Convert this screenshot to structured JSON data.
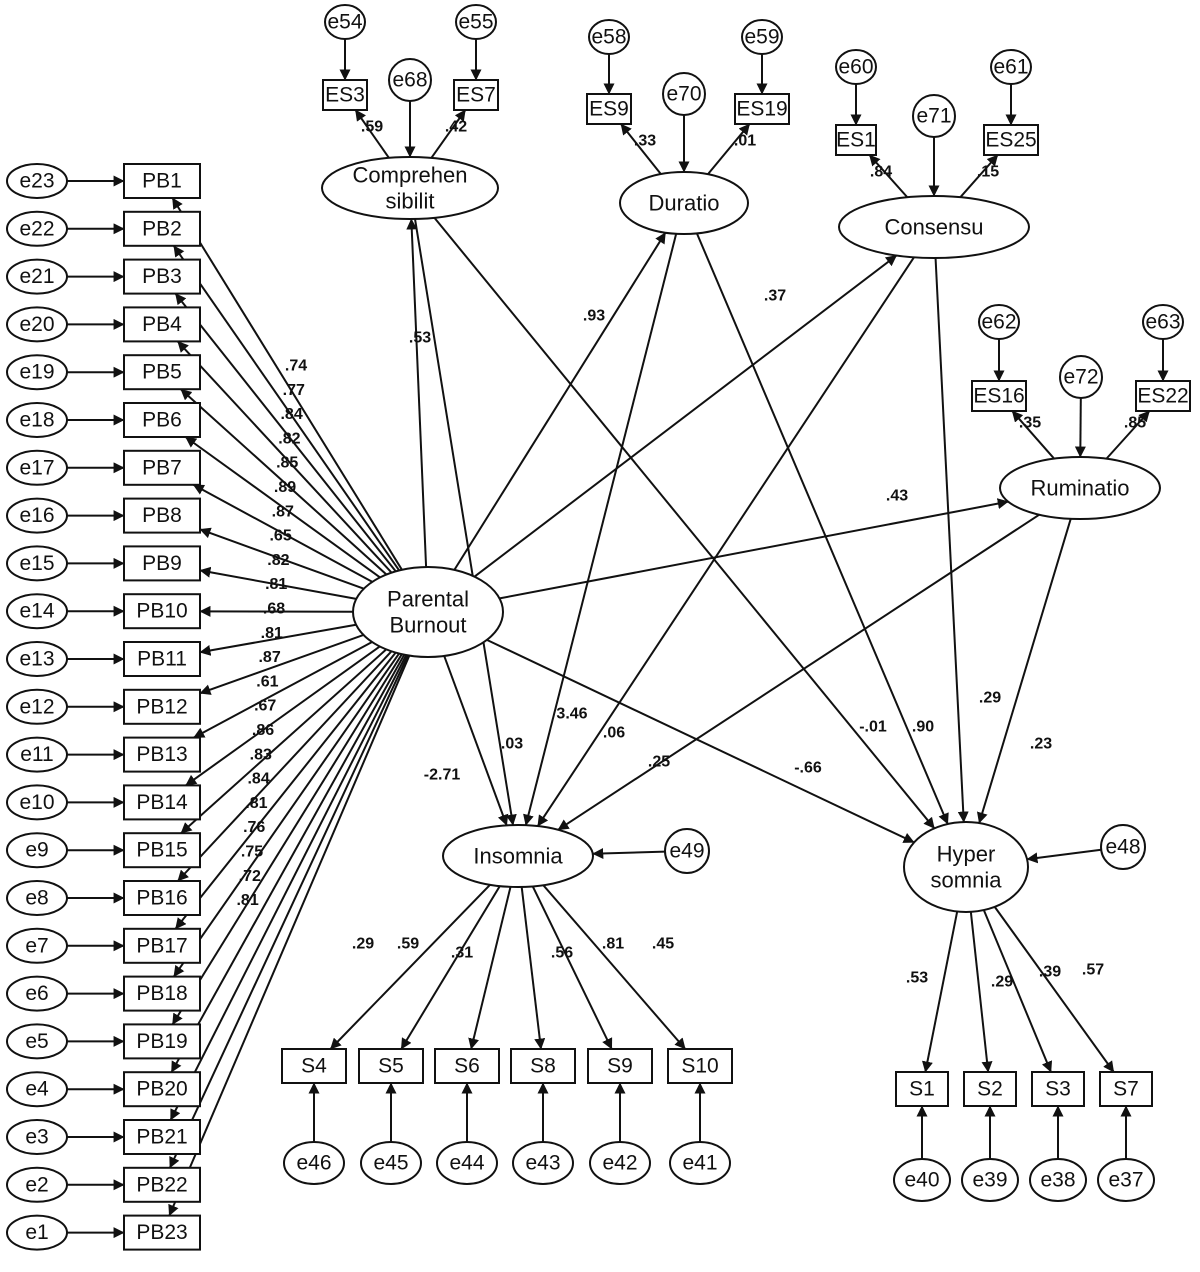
{
  "latents": {
    "parental_burnout": [
      "Parental",
      "Burnout"
    ],
    "comprehensibility": [
      "Comprehen",
      "sibilit"
    ],
    "duration": [
      "Duratio"
    ],
    "consensus": [
      "Consensu"
    ],
    "rumination": [
      "Ruminatio"
    ],
    "insomnia": [
      "Insomnia"
    ],
    "hypersomnia": [
      "Hyper",
      "somnia"
    ]
  },
  "pb_items": [
    "PB1",
    "PB2",
    "PB3",
    "PB4",
    "PB5",
    "PB6",
    "PB7",
    "PB8",
    "PB9",
    "PB10",
    "PB11",
    "PB12",
    "PB13",
    "PB14",
    "PB15",
    "PB16",
    "PB17",
    "PB18",
    "PB19",
    "PB20",
    "PB21",
    "PB22",
    "PB23"
  ],
  "pb_errors": [
    "e23",
    "e22",
    "e21",
    "e20",
    "e19",
    "e18",
    "e17",
    "e16",
    "e15",
    "e14",
    "e13",
    "e12",
    "e11",
    "e10",
    "e9",
    "e8",
    "e7",
    "e6",
    "e5",
    "e4",
    "e3",
    "e2",
    "e1"
  ],
  "pb_loadings": [
    ".74",
    ".77",
    ".84",
    ".82",
    ".85",
    ".89",
    ".87",
    ".65",
    ".82",
    ".81",
    ".68",
    ".81",
    ".87",
    ".61",
    ".67",
    ".86",
    ".83",
    ".84",
    ".81",
    ".76",
    ".75",
    ".72",
    ".81"
  ],
  "es_items": {
    "es3": "ES3",
    "es7": "ES7",
    "es9": "ES9",
    "es19": "ES19",
    "es1": "ES1",
    "es25": "ES25",
    "es16": "ES16",
    "es22": "ES22"
  },
  "es_errors": {
    "e54": "e54",
    "e55": "e55",
    "e58": "e58",
    "e59": "e59",
    "e60": "e60",
    "e61": "e61",
    "e62": "e62",
    "e63": "e63"
  },
  "disturbances": {
    "e68": "e68",
    "e70": "e70",
    "e71": "e71",
    "e72": "e72",
    "e49": "e49",
    "e48": "e48"
  },
  "es_loadings": {
    "es3": ".59",
    "es7": ".42",
    "es9": ".33",
    "es19": ".01",
    "es1": ".84",
    "es25": ".15",
    "es16": ".35",
    "es22": ".85"
  },
  "insomnia_items": [
    "S4",
    "S5",
    "S6",
    "S8",
    "S9",
    "S10"
  ],
  "insomnia_errors": [
    "e46",
    "e45",
    "e44",
    "e43",
    "e42",
    "e41"
  ],
  "insomnia_loadings": [
    ".29",
    ".59",
    ".31",
    ".56",
    ".81",
    ".45"
  ],
  "hypersomnia_items": [
    "S1",
    "S2",
    "S3",
    "S7"
  ],
  "hypersomnia_errors": [
    "e40",
    "e39",
    "e38",
    "e37"
  ],
  "hypersomnia_loadings": [
    ".53",
    ".29",
    ".39",
    ".57"
  ],
  "paths": {
    "pb_comp": ".53",
    "pb_dur": ".93",
    "pb_cons": ".37",
    "pb_rum": ".43",
    "pb_ins": "-2.71",
    "pb_hyp": "-.66",
    "comp_ins": ".03",
    "comp_hyp": "-.01",
    "dur_ins": "3.46",
    "dur_hyp": ".90",
    "cons_ins": ".06",
    "cons_hyp": ".29",
    "rum_ins": ".25",
    "rum_hyp": ".23"
  }
}
